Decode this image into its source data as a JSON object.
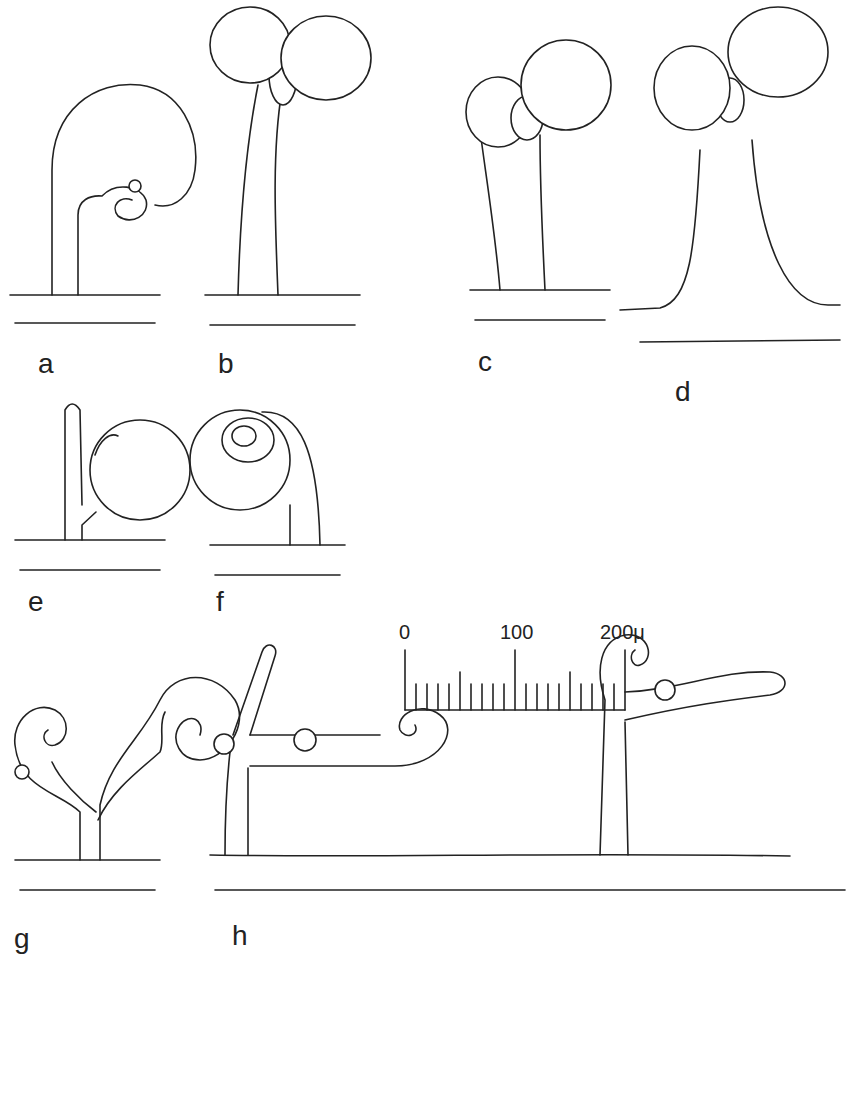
{
  "diagram": {
    "labels": [
      "a",
      "b",
      "c",
      "d",
      "e",
      "f",
      "g",
      "h",
      "0",
      "100",
      "200μ"
    ]
  }
}
